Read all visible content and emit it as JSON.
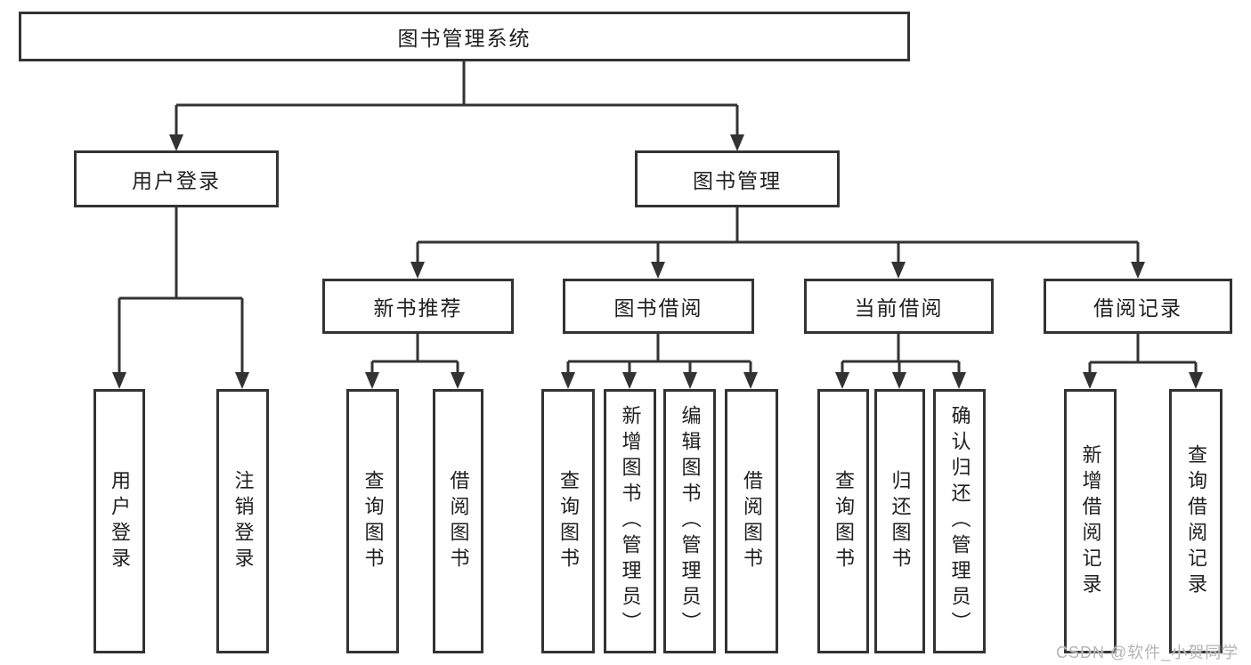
{
  "diagram_type": "hierarchy-tree",
  "colors": {
    "line": "#333333",
    "box_border": "#333333",
    "text": "#1f1f1f",
    "background": "#ffffff",
    "watermark": "#b5b5b5"
  },
  "tree": {
    "label": "图书管理系统",
    "children": [
      {
        "label": "用户登录",
        "children": [
          {
            "label": "用户登录"
          },
          {
            "label": "注销登录"
          }
        ]
      },
      {
        "label": "图书管理",
        "children": [
          {
            "label": "新书推荐",
            "children": [
              {
                "label": "查询图书"
              },
              {
                "label": "借阅图书"
              }
            ]
          },
          {
            "label": "图书借阅",
            "children": [
              {
                "label": "查询图书"
              },
              {
                "label": "新增图书（管理员）"
              },
              {
                "label": "编辑图书（管理员）"
              },
              {
                "label": "借阅图书"
              }
            ]
          },
          {
            "label": "当前借阅",
            "children": [
              {
                "label": "查询图书"
              },
              {
                "label": "归还图书"
              },
              {
                "label": "确认归还（管理员）"
              }
            ]
          },
          {
            "label": "借阅记录",
            "children": [
              {
                "label": "新增借阅记录"
              },
              {
                "label": "查询借阅记录"
              }
            ]
          }
        ]
      }
    ]
  },
  "watermark": {
    "text": "CSDN @软件_小贺同学"
  }
}
